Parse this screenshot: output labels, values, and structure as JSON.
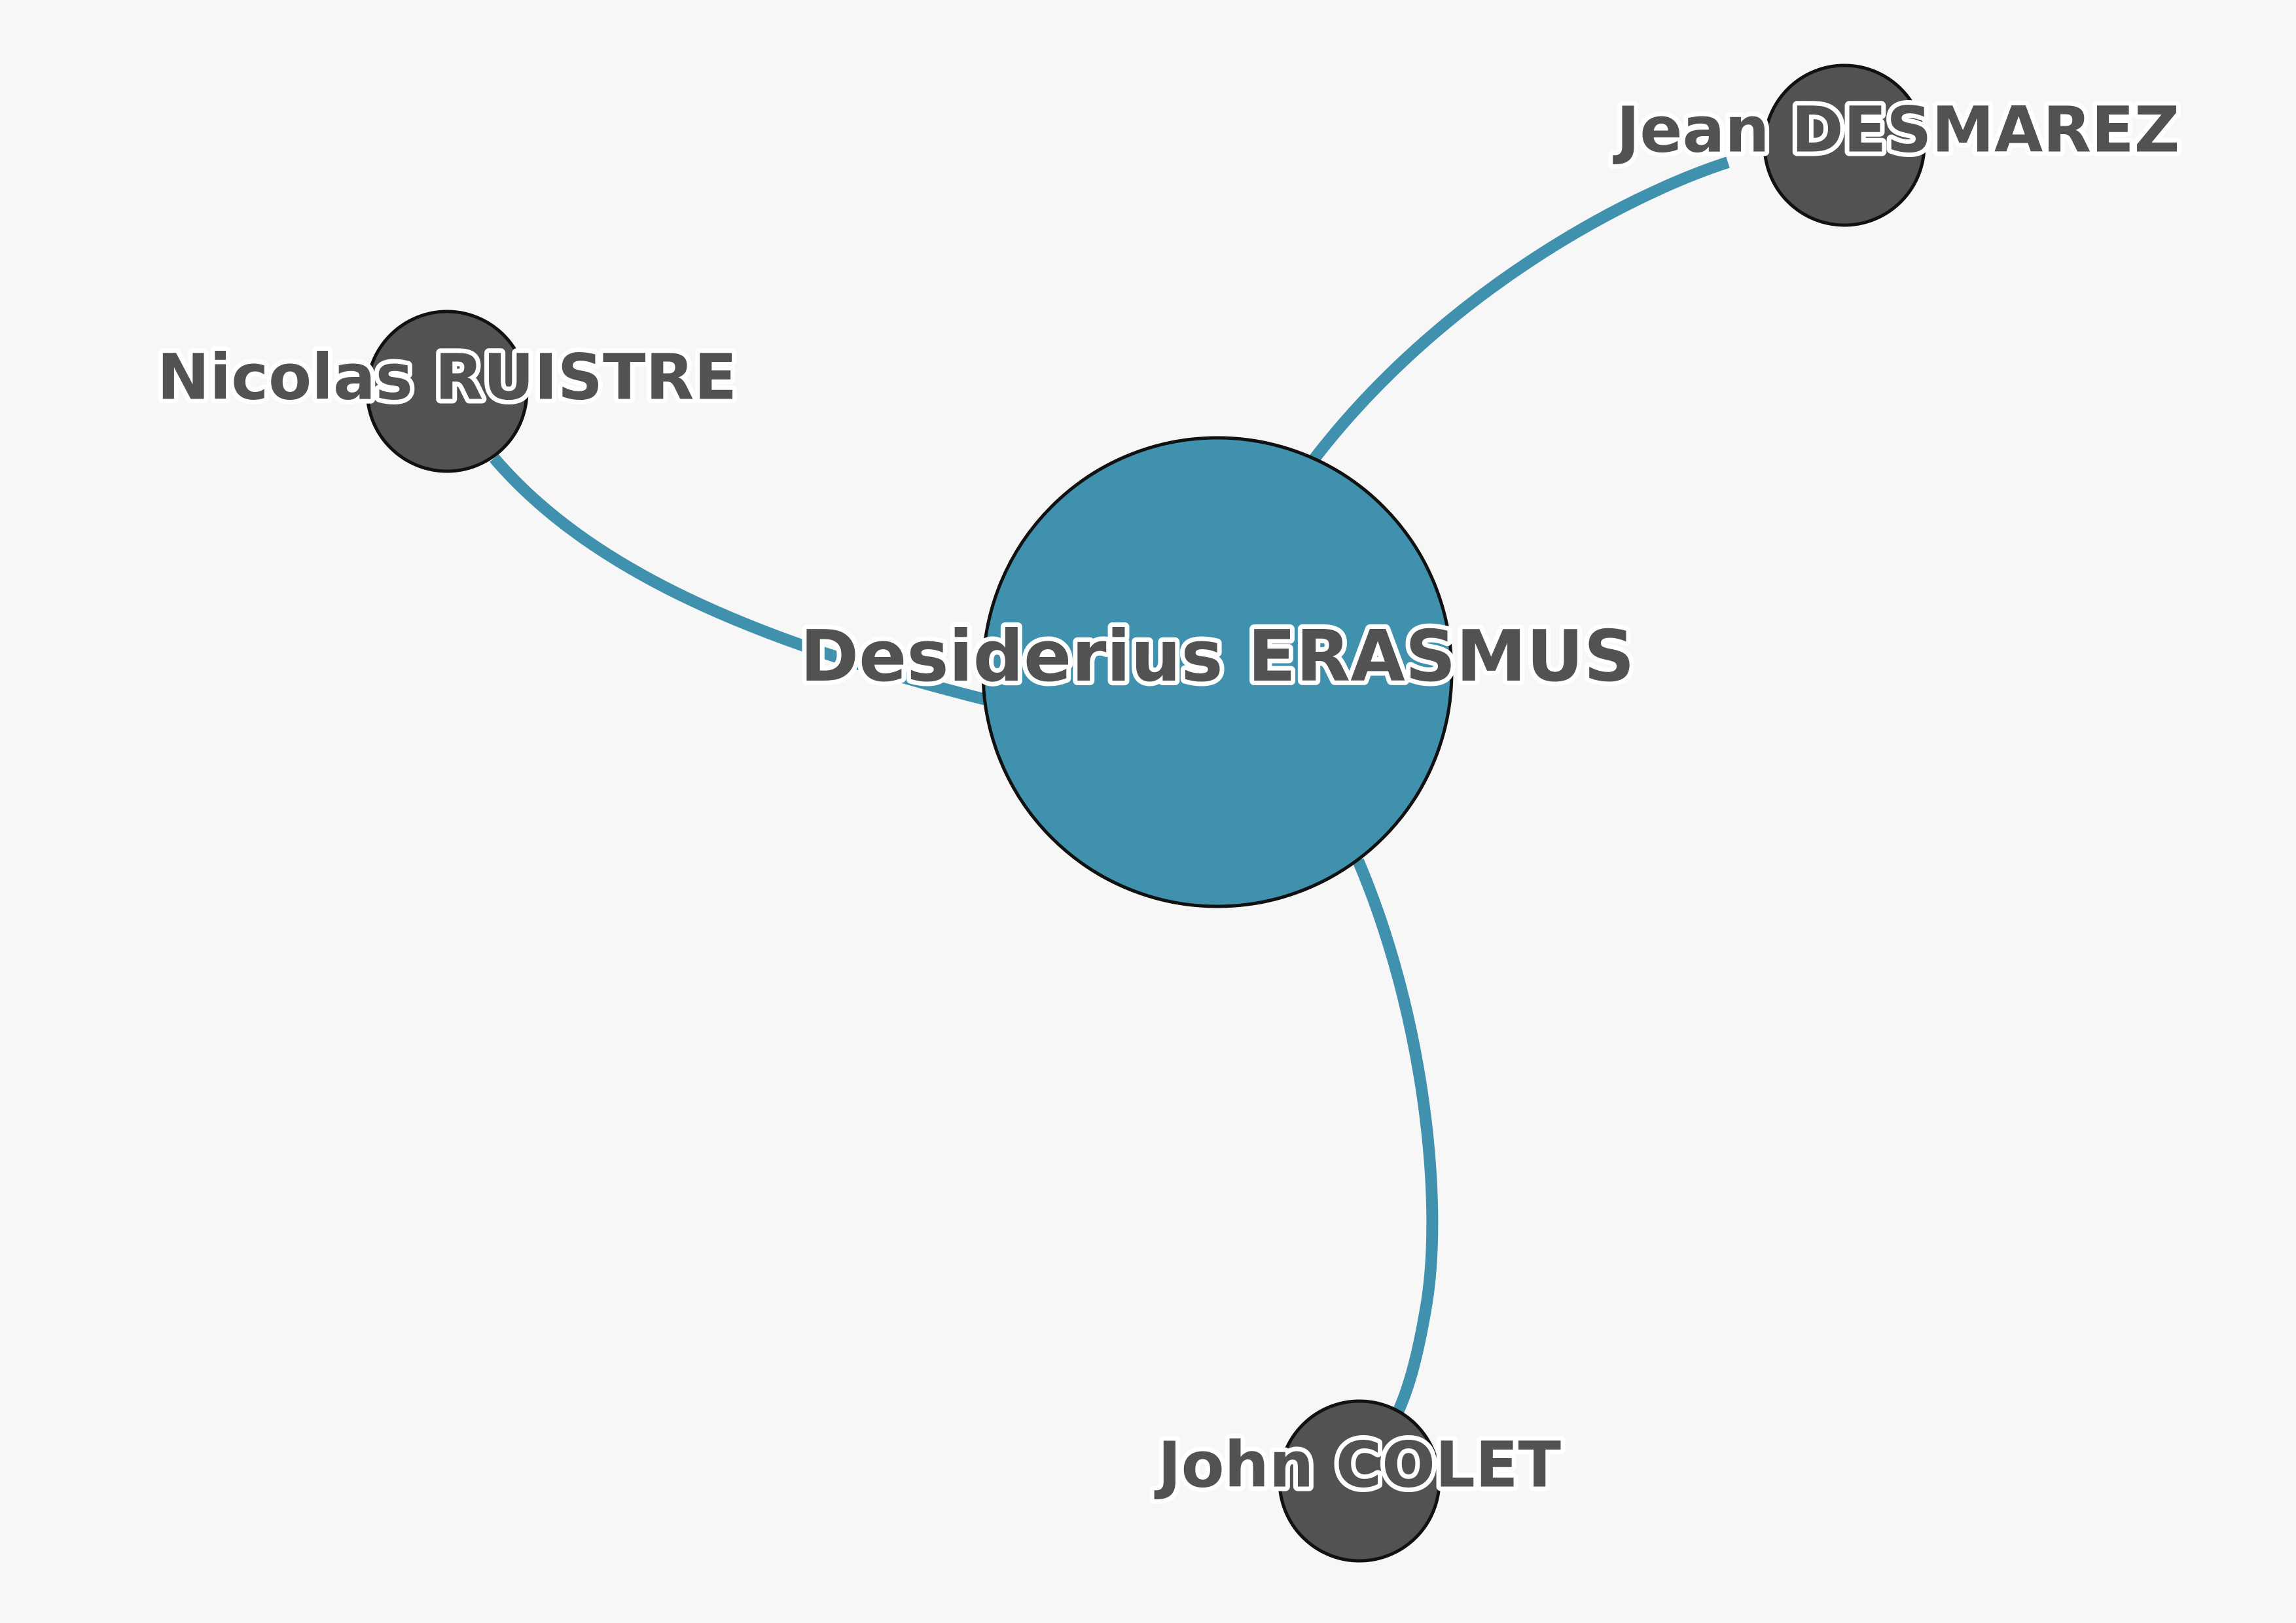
{
  "graph": {
    "colors": {
      "background": "#f7f7f7",
      "edge": "#3f91ad",
      "central_node": "#3f91ad",
      "peripheral_node": "#525252",
      "label_text": "#525252",
      "label_halo": "#ffffff",
      "node_outline": "#111111"
    },
    "nodes": [
      {
        "id": "erasmus",
        "label": "Desiderius ERASMUS",
        "role": "central"
      },
      {
        "id": "desmarez",
        "label": "Jean DESMAREZ",
        "role": "peripheral"
      },
      {
        "id": "ruistre",
        "label": "Nicolas RUISTRE",
        "role": "peripheral"
      },
      {
        "id": "colet",
        "label": "John COLET",
        "role": "peripheral"
      }
    ],
    "edges": [
      {
        "from": "erasmus",
        "to": "desmarez"
      },
      {
        "from": "erasmus",
        "to": "ruistre"
      },
      {
        "from": "erasmus",
        "to": "colet"
      }
    ]
  }
}
